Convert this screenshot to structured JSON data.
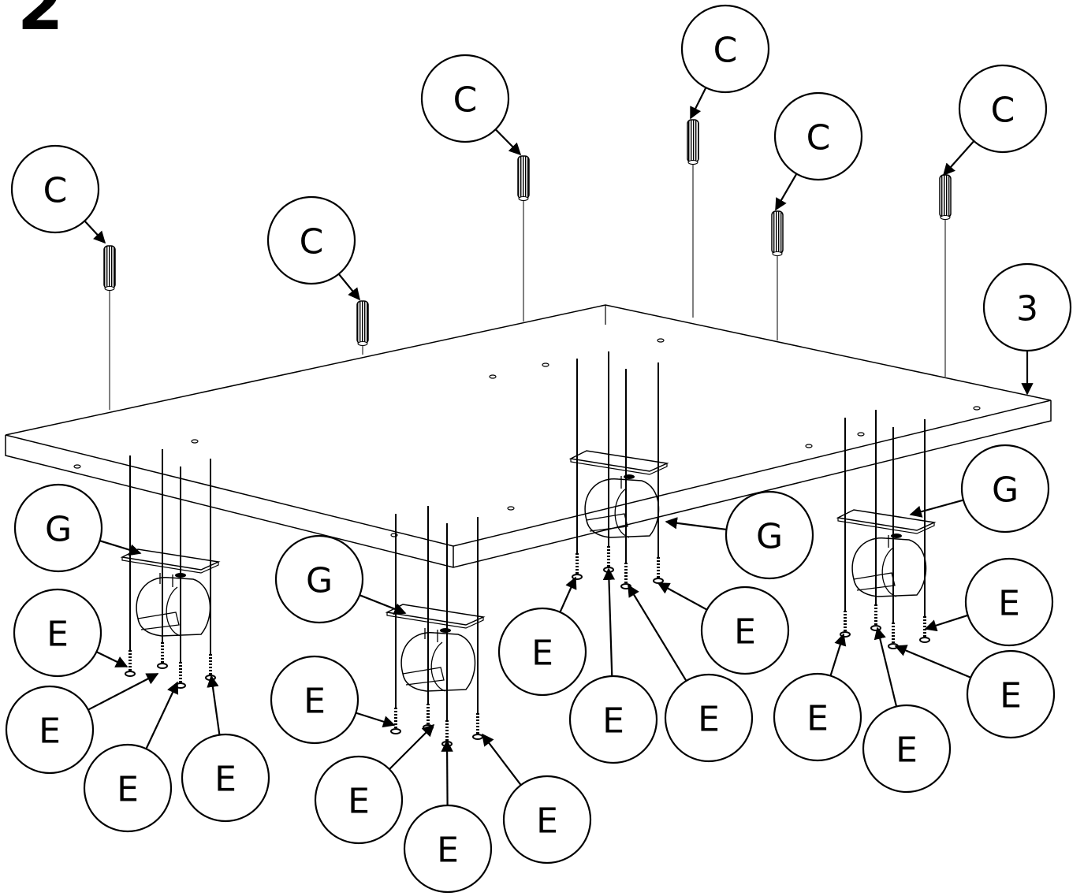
{
  "step": "2",
  "labels": {
    "dowel": "C",
    "panel": "3",
    "caster": "G",
    "screw": "E"
  },
  "colors": {
    "ink": "#000000",
    "paper": "#ffffff"
  }
}
